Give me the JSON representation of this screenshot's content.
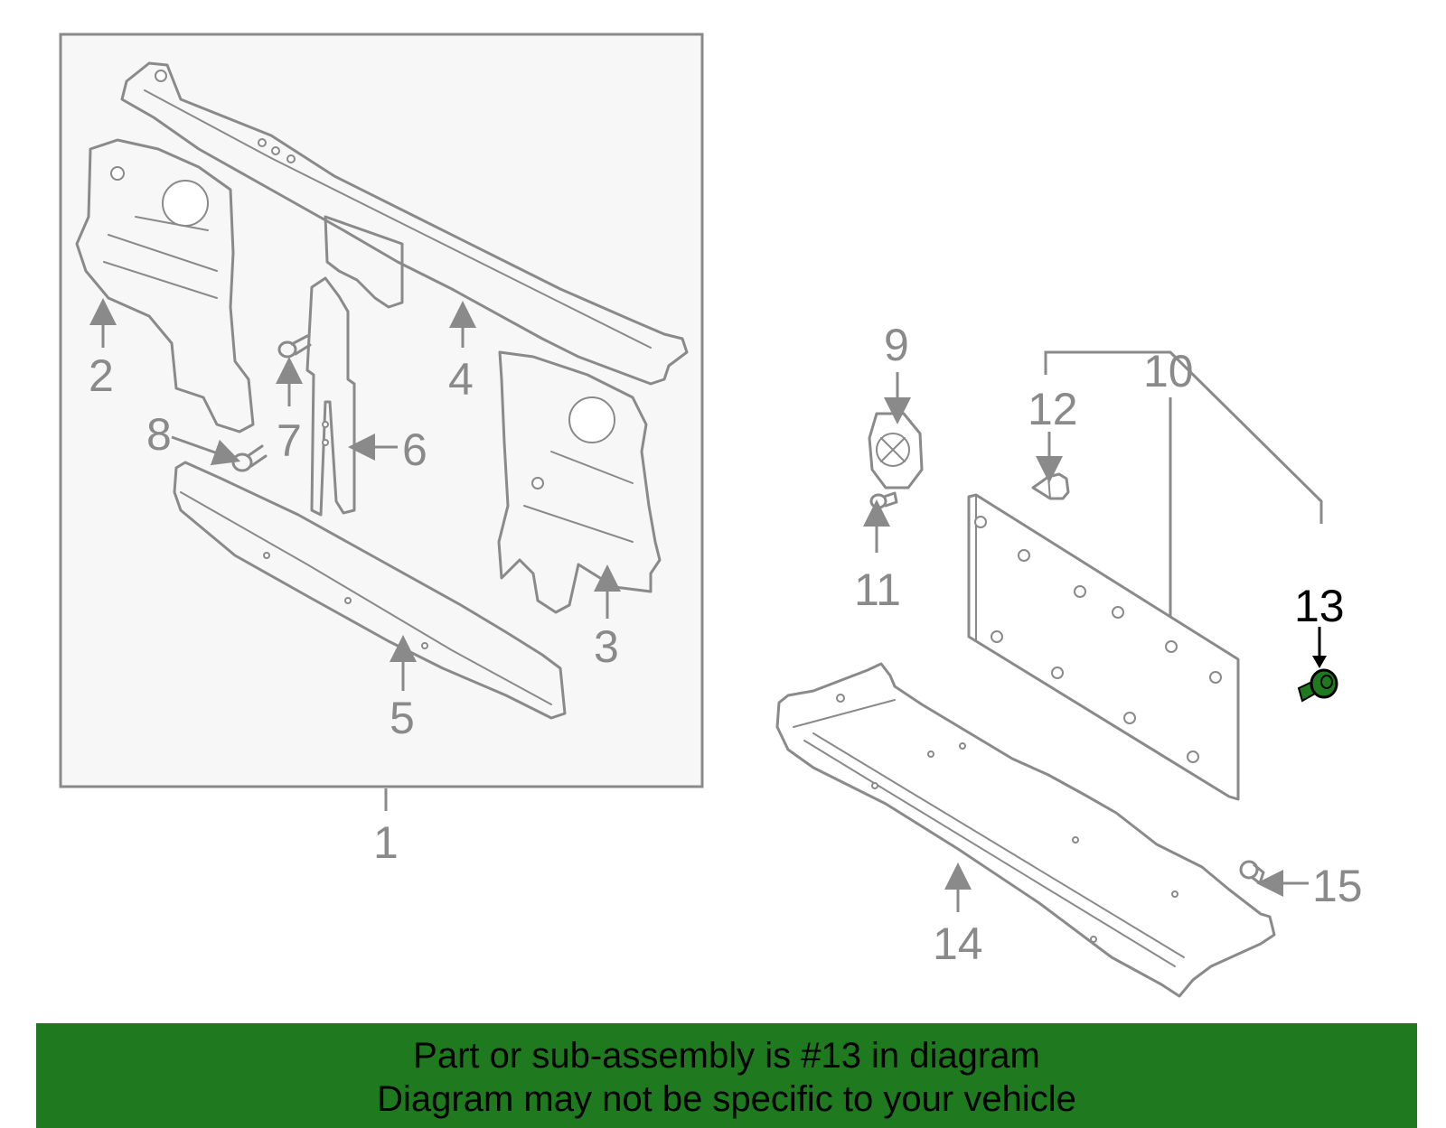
{
  "diagram": {
    "callouts": {
      "c1": "1",
      "c2": "2",
      "c3": "3",
      "c4": "4",
      "c5": "5",
      "c6": "6",
      "c7": "7",
      "c8": "8",
      "c9": "9",
      "c10": "10",
      "c11": "11",
      "c12": "12",
      "c13": "13",
      "c14": "14",
      "c15": "15"
    },
    "highlighted_part": "13",
    "colors": {
      "parts": "#8a8a8a",
      "highlight_part": "#1f7a1f",
      "highlight_label": "#000000",
      "banner": "#1f7a1f"
    }
  },
  "banner": {
    "line1": "Part or sub-assembly is #13 in diagram",
    "line2": "Diagram may not be specific to your vehicle"
  }
}
